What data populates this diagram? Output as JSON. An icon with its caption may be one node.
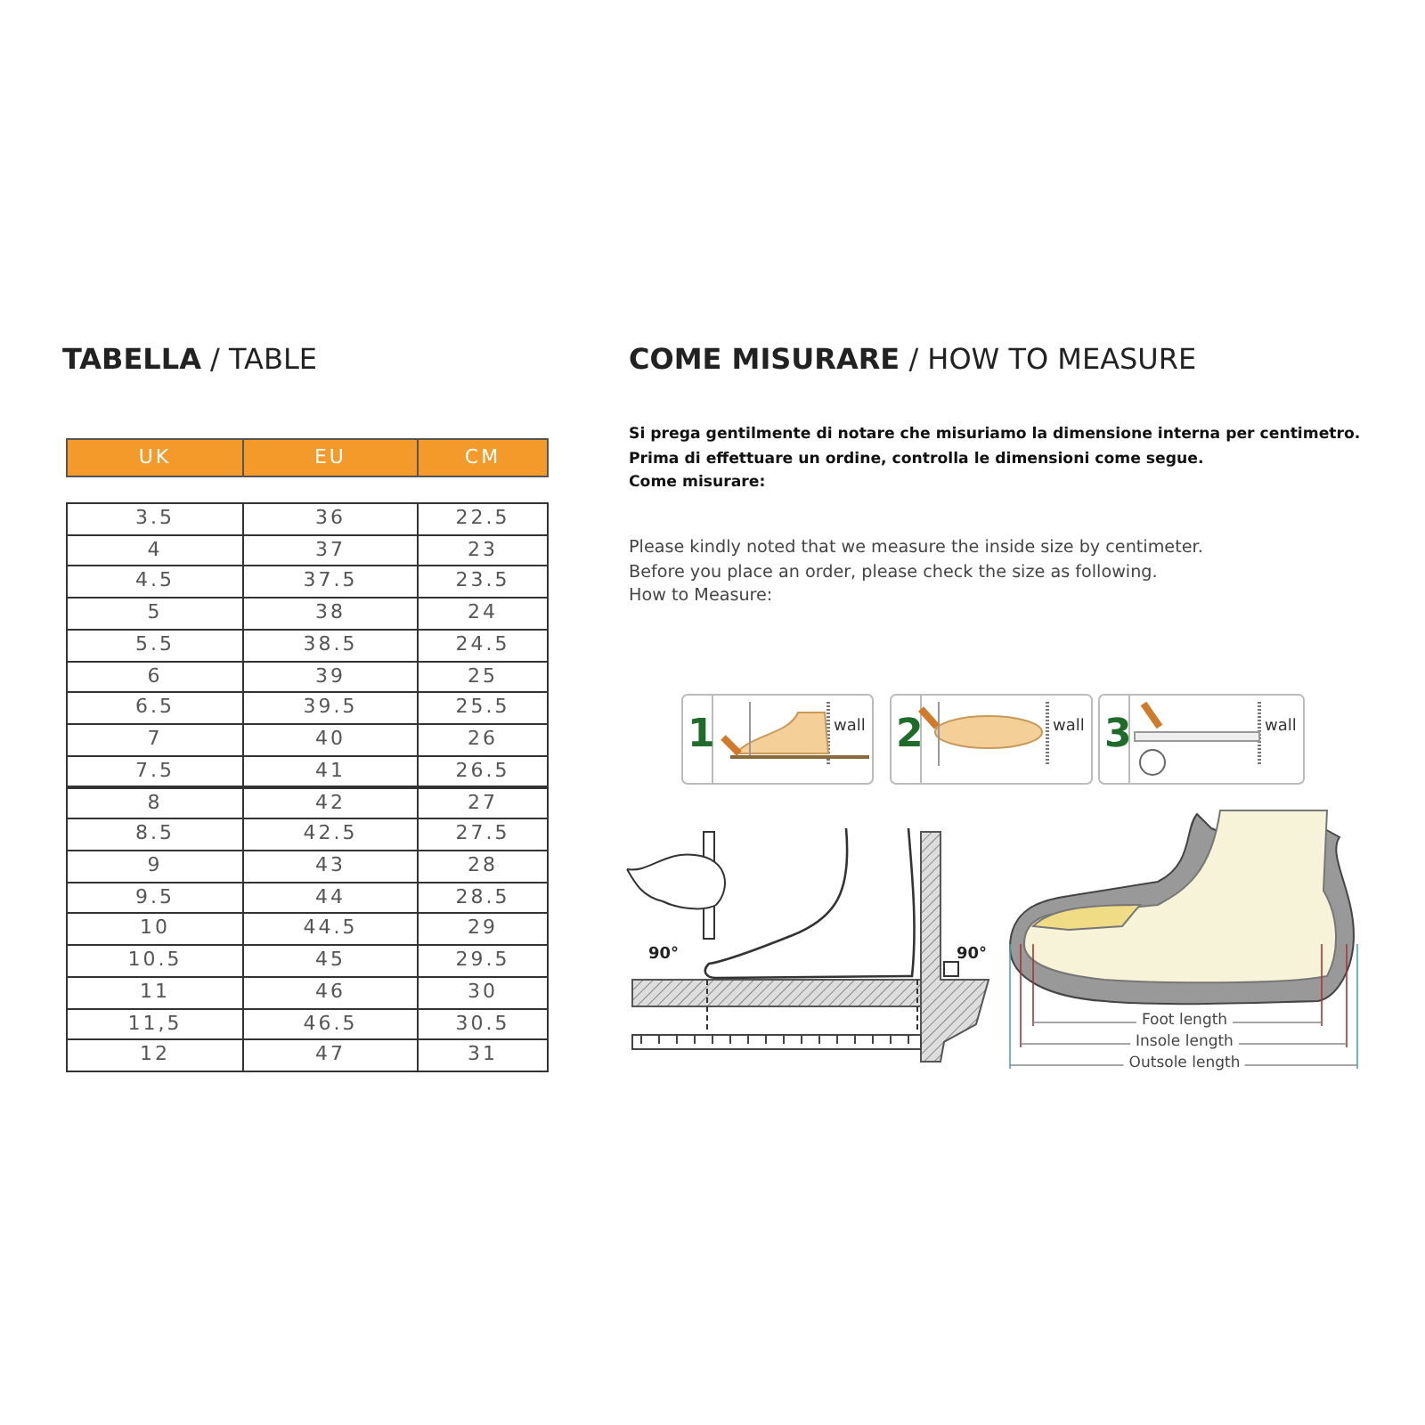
{
  "diagram": {
    "labels": [
      "**TABELLA** / TABLE",
      "**COME MISURARE** / HOW TO MEASURE",
      "Si prega gentilmente di notare che misuriamo la dimensione interna per centimetro.",
      "Prima di effettuare un ordine, controlla le dimensioni come segue.",
      "Come misurare:",
      "Please kindly noted that we measure the inside size by centimeter.",
      "Before you place an order, please check the size as following.",
      "How to Measure:",
      "UK",
      "EU",
      "CM",
      "3.5",
      "36",
      "22.5",
      "4",
      "37",
      "23",
      "4.5",
      "37.5",
      "23.5",
      "5",
      "38",
      "24",
      "5.5",
      "38.5",
      "24.5",
      "6",
      "39",
      "25",
      "6.5",
      "39.5",
      "25.5",
      "7",
      "40",
      "26",
      "7.5",
      "41",
      "26.5",
      "8",
      "42",
      "27",
      "8.5",
      "42.5",
      "27.5",
      "9",
      "43",
      "28",
      "9.5",
      "44",
      "28.5",
      "10",
      "44.5",
      "29",
      "10.5",
      "45",
      "29.5",
      "11",
      "46",
      "30",
      "11,5",
      "46.5",
      "30.5",
      "12",
      "47",
      "31",
      "1",
      "wall",
      "2",
      "wall",
      "3",
      "wall",
      "90°",
      "90°",
      "Foot length",
      "Insole length",
      "Outsole length"
    ]
  }
}
